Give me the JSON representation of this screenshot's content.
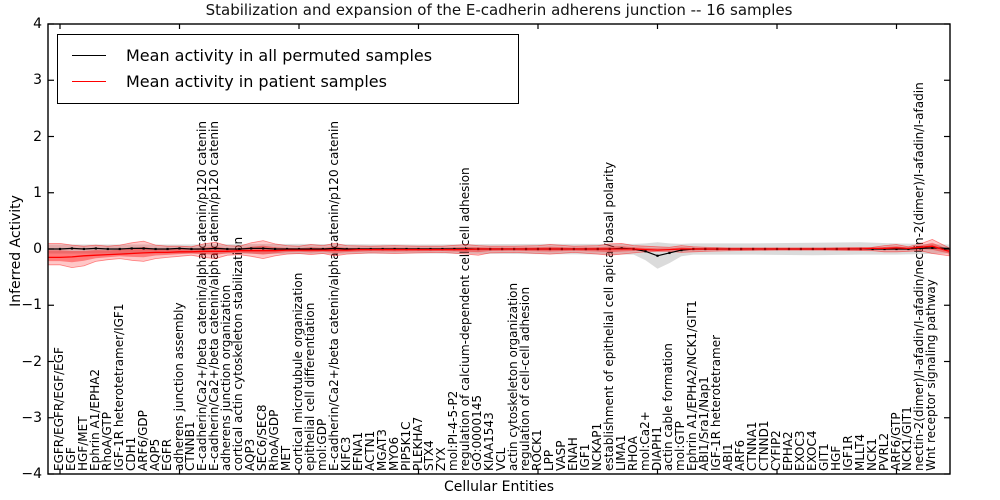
{
  "chart_data": {
    "type": "line",
    "title": "Stabilization and expansion of the E-cadherin adherens junction -- 16 samples",
    "xlabel": "Cellular Entities",
    "ylabel": "Inferred Activity",
    "ylim": [
      -4,
      4
    ],
    "grid": false,
    "legend_position": "upper left",
    "ytick_labels": [
      "4",
      "3",
      "2",
      "1",
      "0",
      "−1",
      "−2",
      "−3",
      "−4"
    ],
    "yticks": [
      4,
      3,
      2,
      1,
      0,
      -1,
      -2,
      -3,
      -4
    ],
    "x_tick_interval": 10,
    "entities": [
      "EGFR/EGFR/EGF/EGF",
      "EGF",
      "HGF/MET",
      "Ephrin A1/EPHA2",
      "RhoA/GTP",
      "IGF-1R heterotetramer/IGF1",
      "CDH1",
      "ARF6/GDP",
      "AQP5",
      "EGFR",
      "adherens junction assembly",
      "CTNNB1",
      "E-cadherin/Ca2+/beta catenin/alpha catenin/p120 catenin",
      "E-cadherin/Ca2+/beta catenin/alpha catenin/p120 catenin",
      "adherens junction organization",
      "cortical actin cytoskeleton stabilization",
      "AQP3",
      "SEC6/SEC8",
      "RhoA/GDP",
      "MET",
      "cortical microtubule organization",
      "epithelial cell differentiation",
      "mol:GDP",
      "E-cadherin/Ca2+/beta catenin/alpha catenin/p120 catenin",
      "KIFC3",
      "EFNA1",
      "ACTN1",
      "MGAT3",
      "MYO6",
      "PIP5K1C",
      "PLEKHA7",
      "STX4",
      "ZYX",
      "mol:PI-4-5-P2",
      "regulation of calcium-dependent cell-cell adhesion",
      "GO:0000145",
      "KIAA1543",
      "VCL",
      "actin cytoskeleton organization",
      "regulation of cell-cell adhesion",
      "ROCK1",
      "LPP",
      "VASP",
      "ENAH",
      "IGF1",
      "NCKAP1",
      "establishment of epithelial cell apical/basal polarity",
      "LIMA1",
      "RHOA",
      "mol:Ca2+",
      "DIAPH1",
      "actin cable formation",
      "mol:GTP",
      "Ephrin A1/EPHA2/NCK1/GIT1",
      "ABI1/Sra1/Nap1",
      "IGF-1R heterotetramer",
      "ABI1",
      "ARF6",
      "CTNNA1",
      "CTNND1",
      "CYFIP2",
      "EPHA2",
      "EXOC3",
      "EXOC4",
      "GIT1",
      "HGF",
      "IGF1R",
      "MLLT4",
      "NCK1",
      "PVRL2",
      "ARF6/GTP",
      "NCK1/GIT1",
      "nectin-2(dimer)/I-afadin/I-afadin/nectin-2(dimer)/I-afadin/I-afadin",
      "Wnt receptor signaling pathway"
    ],
    "series": [
      {
        "name": "Mean activity in all permuted samples",
        "color": "#000000",
        "values": [
          0,
          0.01,
          0,
          0.01,
          0,
          0,
          0.01,
          0.01,
          0,
          0,
          0.01,
          0,
          0,
          0.01,
          0,
          0,
          0.01,
          0.01,
          0,
          0,
          0,
          0,
          0,
          0.01,
          0,
          0,
          0,
          0,
          0,
          0,
          0,
          0,
          0,
          0,
          0,
          0,
          0,
          0,
          0,
          0,
          0,
          0,
          0,
          0,
          0,
          0,
          0,
          0.01,
          0,
          -0.04,
          -0.12,
          -0.07,
          -0.02,
          0,
          0,
          0,
          0,
          0,
          0,
          0,
          0,
          0,
          0,
          0,
          0,
          0,
          0,
          0,
          0,
          0,
          0,
          0,
          0.01,
          0.02
        ]
      },
      {
        "name": "Mean activity in patient samples",
        "color": "#ff0000",
        "values": [
          -0.15,
          -0.14,
          -0.12,
          -0.11,
          -0.1,
          -0.09,
          -0.08,
          -0.07,
          -0.06,
          -0.06,
          -0.05,
          -0.05,
          -0.04,
          -0.04,
          -0.04,
          -0.03,
          -0.03,
          -0.03,
          -0.03,
          -0.02,
          -0.02,
          -0.02,
          -0.02,
          -0.02,
          -0.02,
          -0.01,
          -0.01,
          -0.01,
          -0.01,
          -0.01,
          -0.01,
          -0.01,
          -0.01,
          -0.01,
          -0.01,
          0,
          0,
          0,
          0,
          0,
          0,
          0,
          0,
          0,
          0,
          0,
          0,
          0,
          0,
          -0.01,
          -0.02,
          -0.01,
          0,
          0,
          0,
          0,
          0,
          0,
          0,
          0,
          0,
          0,
          0,
          0,
          0,
          0,
          0,
          0,
          0.01,
          0.01,
          0.02,
          0.01,
          0.03,
          0.05
        ]
      }
    ],
    "bands": {
      "permuted_std": {
        "color": "#888888",
        "opacity": 0.3,
        "controls": [
          [
            -1,
            0.08,
            -0.08
          ],
          [
            10,
            0.08,
            -0.08
          ],
          [
            20,
            0.09,
            -0.09
          ],
          [
            30,
            0.08,
            -0.08
          ],
          [
            40,
            0.09,
            -0.09
          ],
          [
            48,
            0.09,
            -0.1
          ],
          [
            49,
            0.1,
            -0.2
          ],
          [
            50,
            0.12,
            -0.35
          ],
          [
            51,
            0.1,
            -0.25
          ],
          [
            52,
            0.09,
            -0.13
          ],
          [
            53,
            0.1,
            -0.1
          ],
          [
            58,
            0.1,
            -0.1
          ],
          [
            63,
            0.11,
            -0.11
          ],
          [
            67,
            0.12,
            -0.1
          ],
          [
            70,
            0.1,
            -0.1
          ],
          [
            74.4,
            0.08,
            -0.08
          ]
        ]
      },
      "patient_std_outer": {
        "color": "#ff0000",
        "opacity": 0.22,
        "controls": [
          [
            -1,
            0.1,
            -0.28
          ],
          [
            0,
            0.1,
            -0.28
          ],
          [
            1,
            0.07,
            -0.33
          ],
          [
            2,
            0.05,
            -0.3
          ],
          [
            3,
            0.07,
            -0.22
          ],
          [
            4,
            0.05,
            -0.19
          ],
          [
            5,
            0.07,
            -0.17
          ],
          [
            6,
            0.11,
            -0.2
          ],
          [
            7,
            0.14,
            -0.22
          ],
          [
            8,
            0.07,
            -0.17
          ],
          [
            9,
            0.05,
            -0.15
          ],
          [
            10,
            0.05,
            -0.13
          ],
          [
            11,
            0.04,
            -0.11
          ],
          [
            12,
            0.09,
            -0.15
          ],
          [
            13,
            0.12,
            -0.17
          ],
          [
            14,
            0.06,
            -0.11
          ],
          [
            15,
            0.05,
            -0.1
          ],
          [
            16,
            0.11,
            -0.13
          ],
          [
            17,
            0.15,
            -0.17
          ],
          [
            18,
            0.09,
            -0.12
          ],
          [
            19,
            0.06,
            -0.09
          ],
          [
            20,
            0.05,
            -0.08
          ],
          [
            21,
            0.08,
            -0.1
          ],
          [
            22,
            0.06,
            -0.08
          ],
          [
            23,
            0.1,
            -0.12
          ],
          [
            24,
            0.06,
            -0.09
          ],
          [
            26,
            0.05,
            -0.07
          ],
          [
            28,
            0.06,
            -0.08
          ],
          [
            30,
            0.05,
            -0.07
          ],
          [
            32,
            0.05,
            -0.06
          ],
          [
            34,
            0.08,
            -0.09
          ],
          [
            35,
            0.06,
            -0.11
          ],
          [
            36,
            0.05,
            -0.07
          ],
          [
            38,
            0.05,
            -0.06
          ],
          [
            40,
            0.06,
            -0.08
          ],
          [
            41,
            0.08,
            -0.09
          ],
          [
            43,
            0.05,
            -0.06
          ],
          [
            45,
            0.06,
            -0.09
          ],
          [
            46,
            0.09,
            -0.11
          ],
          [
            47,
            0.1,
            -0.09
          ],
          [
            48,
            0.06,
            -0.07
          ],
          [
            49,
            0.05,
            -0.05
          ],
          [
            50,
            0.04,
            -0.04
          ],
          [
            51,
            0.03,
            -0.04
          ],
          [
            52,
            0.06,
            -0.06
          ],
          [
            53,
            0.04,
            -0.05
          ],
          [
            54,
            0.03,
            -0.04
          ],
          [
            56,
            0.02,
            -0.03
          ],
          [
            60,
            0.02,
            -0.02
          ],
          [
            64,
            0.02,
            -0.02
          ],
          [
            68,
            0.03,
            -0.03
          ],
          [
            69,
            0.06,
            -0.05
          ],
          [
            70,
            0.08,
            -0.05
          ],
          [
            71,
            0.04,
            -0.04
          ],
          [
            72,
            0.09,
            -0.03
          ],
          [
            73,
            0.17,
            -0.08
          ],
          [
            74.4,
            0.02,
            -0.12
          ]
        ]
      },
      "patient_std_inner_scale": 0.5,
      "patient_std_inner_opacity": 0.38
    },
    "edges": {
      "patient_pre": -0.15,
      "patient_post": -0.04,
      "permuted_pre": 0,
      "permuted_post": 0.01
    }
  }
}
